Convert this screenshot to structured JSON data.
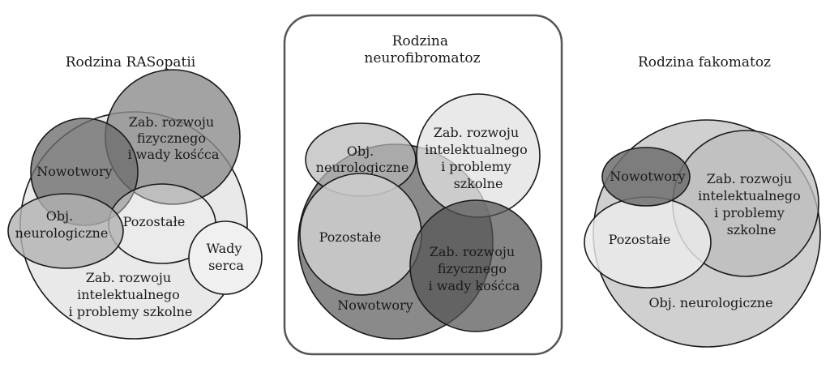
{
  "panels": {
    "rasopatie": {
      "title": "Rodzina RASopatii",
      "labels": {
        "zab_fiz": [
          "Zab. rozwoju",
          "fizycznego",
          "i wady kośćca"
        ],
        "nowotwory": "Nowotwory",
        "obj_neuro": [
          "Obj.",
          "neurologiczne"
        ],
        "pozostale": "Pozostałe",
        "wady_serca": [
          "Wady",
          "serca"
        ],
        "zab_int": [
          "Zab. rozwoju",
          "intelektualnego",
          "i problemy szkolne"
        ]
      }
    },
    "neurofibromatoz": {
      "title": [
        "Rodzina",
        "neurofibromatoz"
      ],
      "labels": {
        "obj_neuro": [
          "Obj.",
          "neurologiczne"
        ],
        "zab_int": [
          "Zab. rozwoju",
          "intelektualnego",
          "i problemy",
          "szkolne"
        ],
        "pozostale": "Pozostałe",
        "zab_fiz": [
          "Zab. rozwoju",
          "fizycznego",
          "i wady kośćca"
        ],
        "nowotwory": "Nowotwory"
      }
    },
    "fakomatoz": {
      "title": "Rodzina fakomatoz",
      "labels": {
        "nowotwory": "Nowotwory",
        "zab_int": [
          "Zab. rozwoju",
          "intelektualnego",
          "i problemy",
          "szkolne"
        ],
        "pozostale": "Pozostałe",
        "obj_neuro": "Obj. neurologiczne"
      }
    }
  }
}
